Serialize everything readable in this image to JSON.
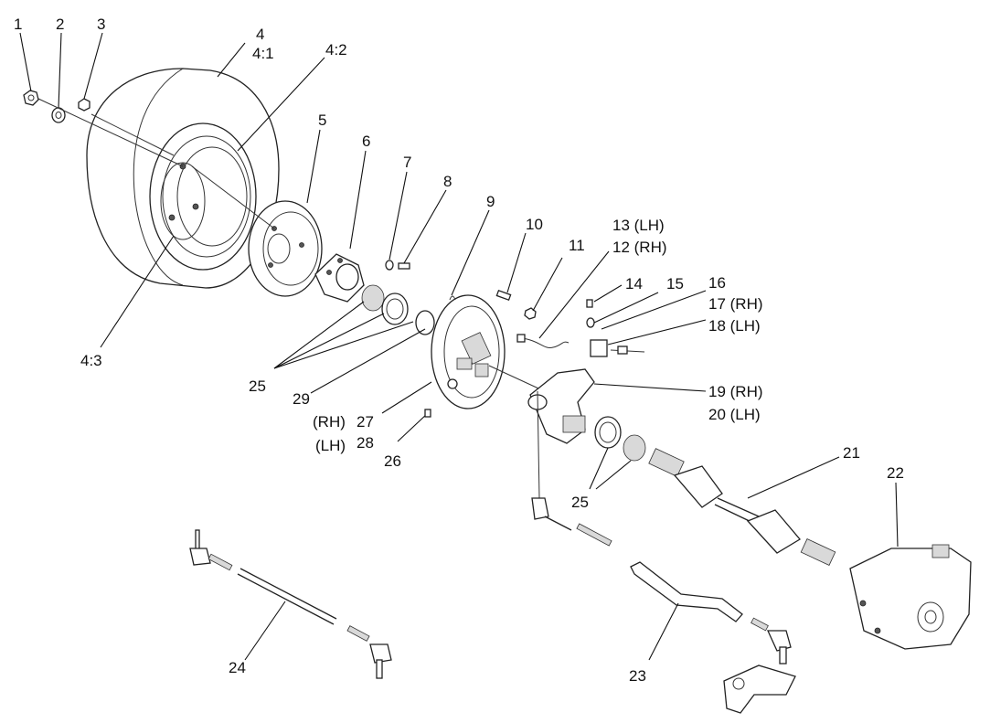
{
  "labels": {
    "l1": "1",
    "l2": "2",
    "l3": "3",
    "l4": "4",
    "l4_1": "4:1",
    "l4_2": "4:2",
    "l4_3": "4:3",
    "l5": "5",
    "l6": "6",
    "l7": "7",
    "l8": "8",
    "l9": "9",
    "l10": "10",
    "l11": "11",
    "l13": "13 (LH)",
    "l12": "12 (RH)",
    "l14": "14",
    "l15": "15",
    "l16": "16",
    "l17": "17 (RH)",
    "l18": "18 (LH)",
    "l19": "19 (RH)",
    "l20": "20 (LH)",
    "l21": "21",
    "l22": "22",
    "l23": "23",
    "l24": "24",
    "l25a": "25",
    "l25b": "25",
    "l26": "26",
    "l27": "27",
    "l28": "28",
    "l29": "29",
    "rh": "(RH)",
    "lh": "(LH)"
  }
}
